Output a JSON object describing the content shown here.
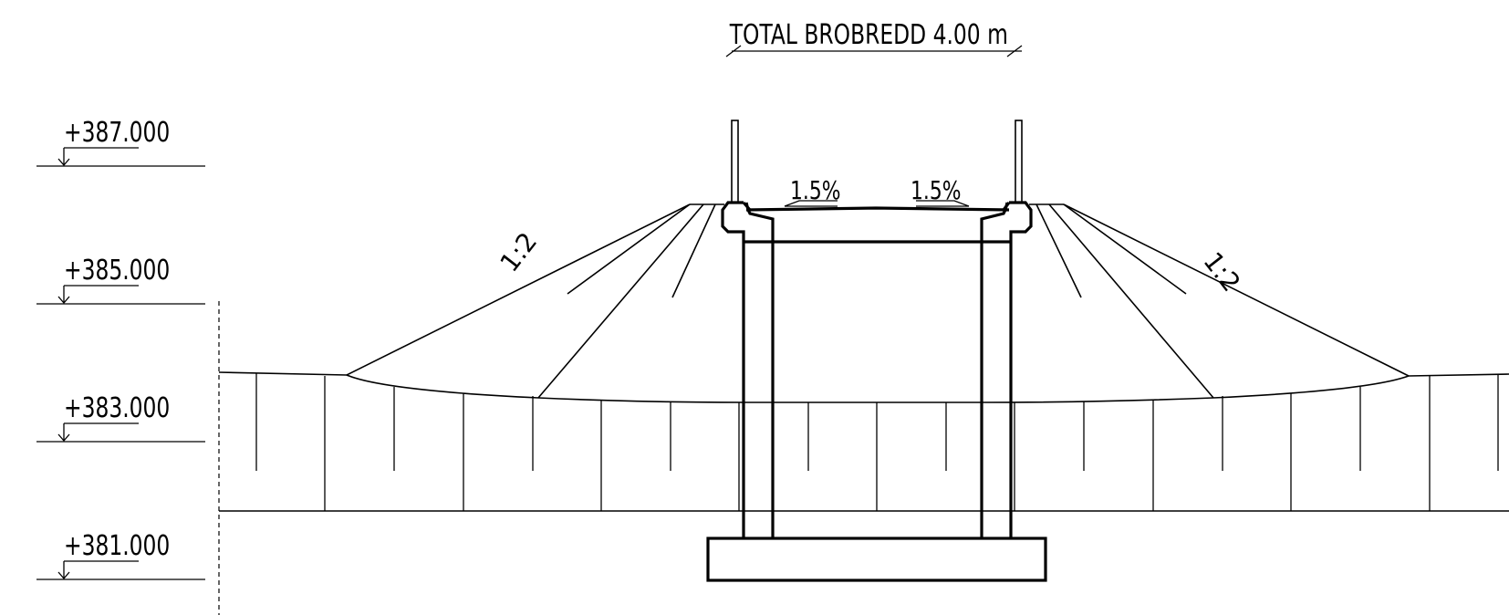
{
  "drawing": {
    "width_label": "TOTAL BROBREDD 4.00  m",
    "elevations": [
      "+387.000",
      "+385.000",
      "+383.000",
      "+381.000"
    ],
    "slope_labels": {
      "left": "1:2",
      "right": "1:2"
    },
    "deck_crossfall": {
      "left": "1.5%",
      "right": "1.5%"
    }
  }
}
